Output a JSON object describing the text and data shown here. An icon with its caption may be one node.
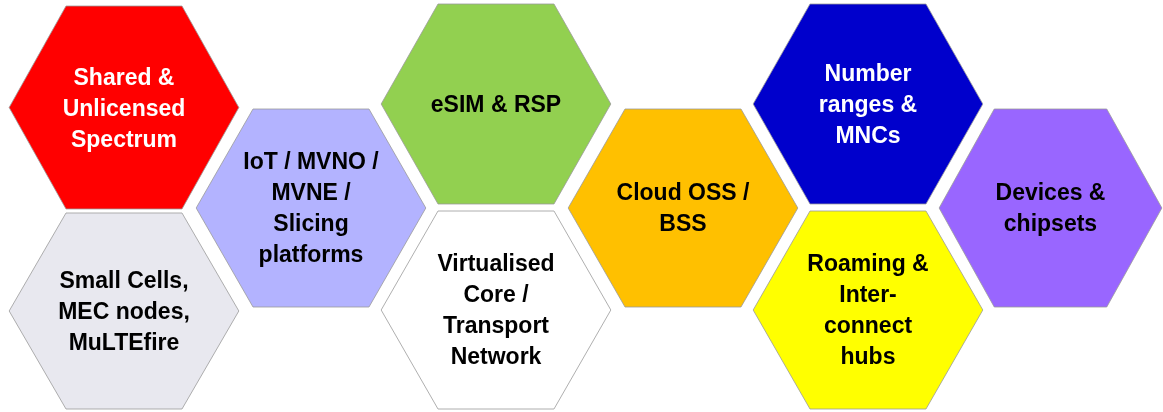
{
  "diagram": {
    "nodes": [
      {
        "text": [
          "Shared & Unlicensed Spectrum"
        ]
      },
      {
        "text": [
          "Small Cells, MEC nodes, MuLTEfire"
        ]
      },
      {
        "text": [
          "IoT / MVNO / MVNE / Slicing platforms"
        ]
      },
      {
        "text": [
          "eSIM & RSP"
        ]
      },
      {
        "text": [
          "Virtualised Core / Transport Network"
        ]
      },
      {
        "text": [
          "Cloud OSS / BSS"
        ]
      },
      {
        "text": [
          "Number ranges & MNCs"
        ]
      },
      {
        "text": [
          "Roaming & Inter-connect hubs"
        ]
      },
      {
        "text": [
          "Devices & chipsets"
        ]
      }
    ]
  }
}
